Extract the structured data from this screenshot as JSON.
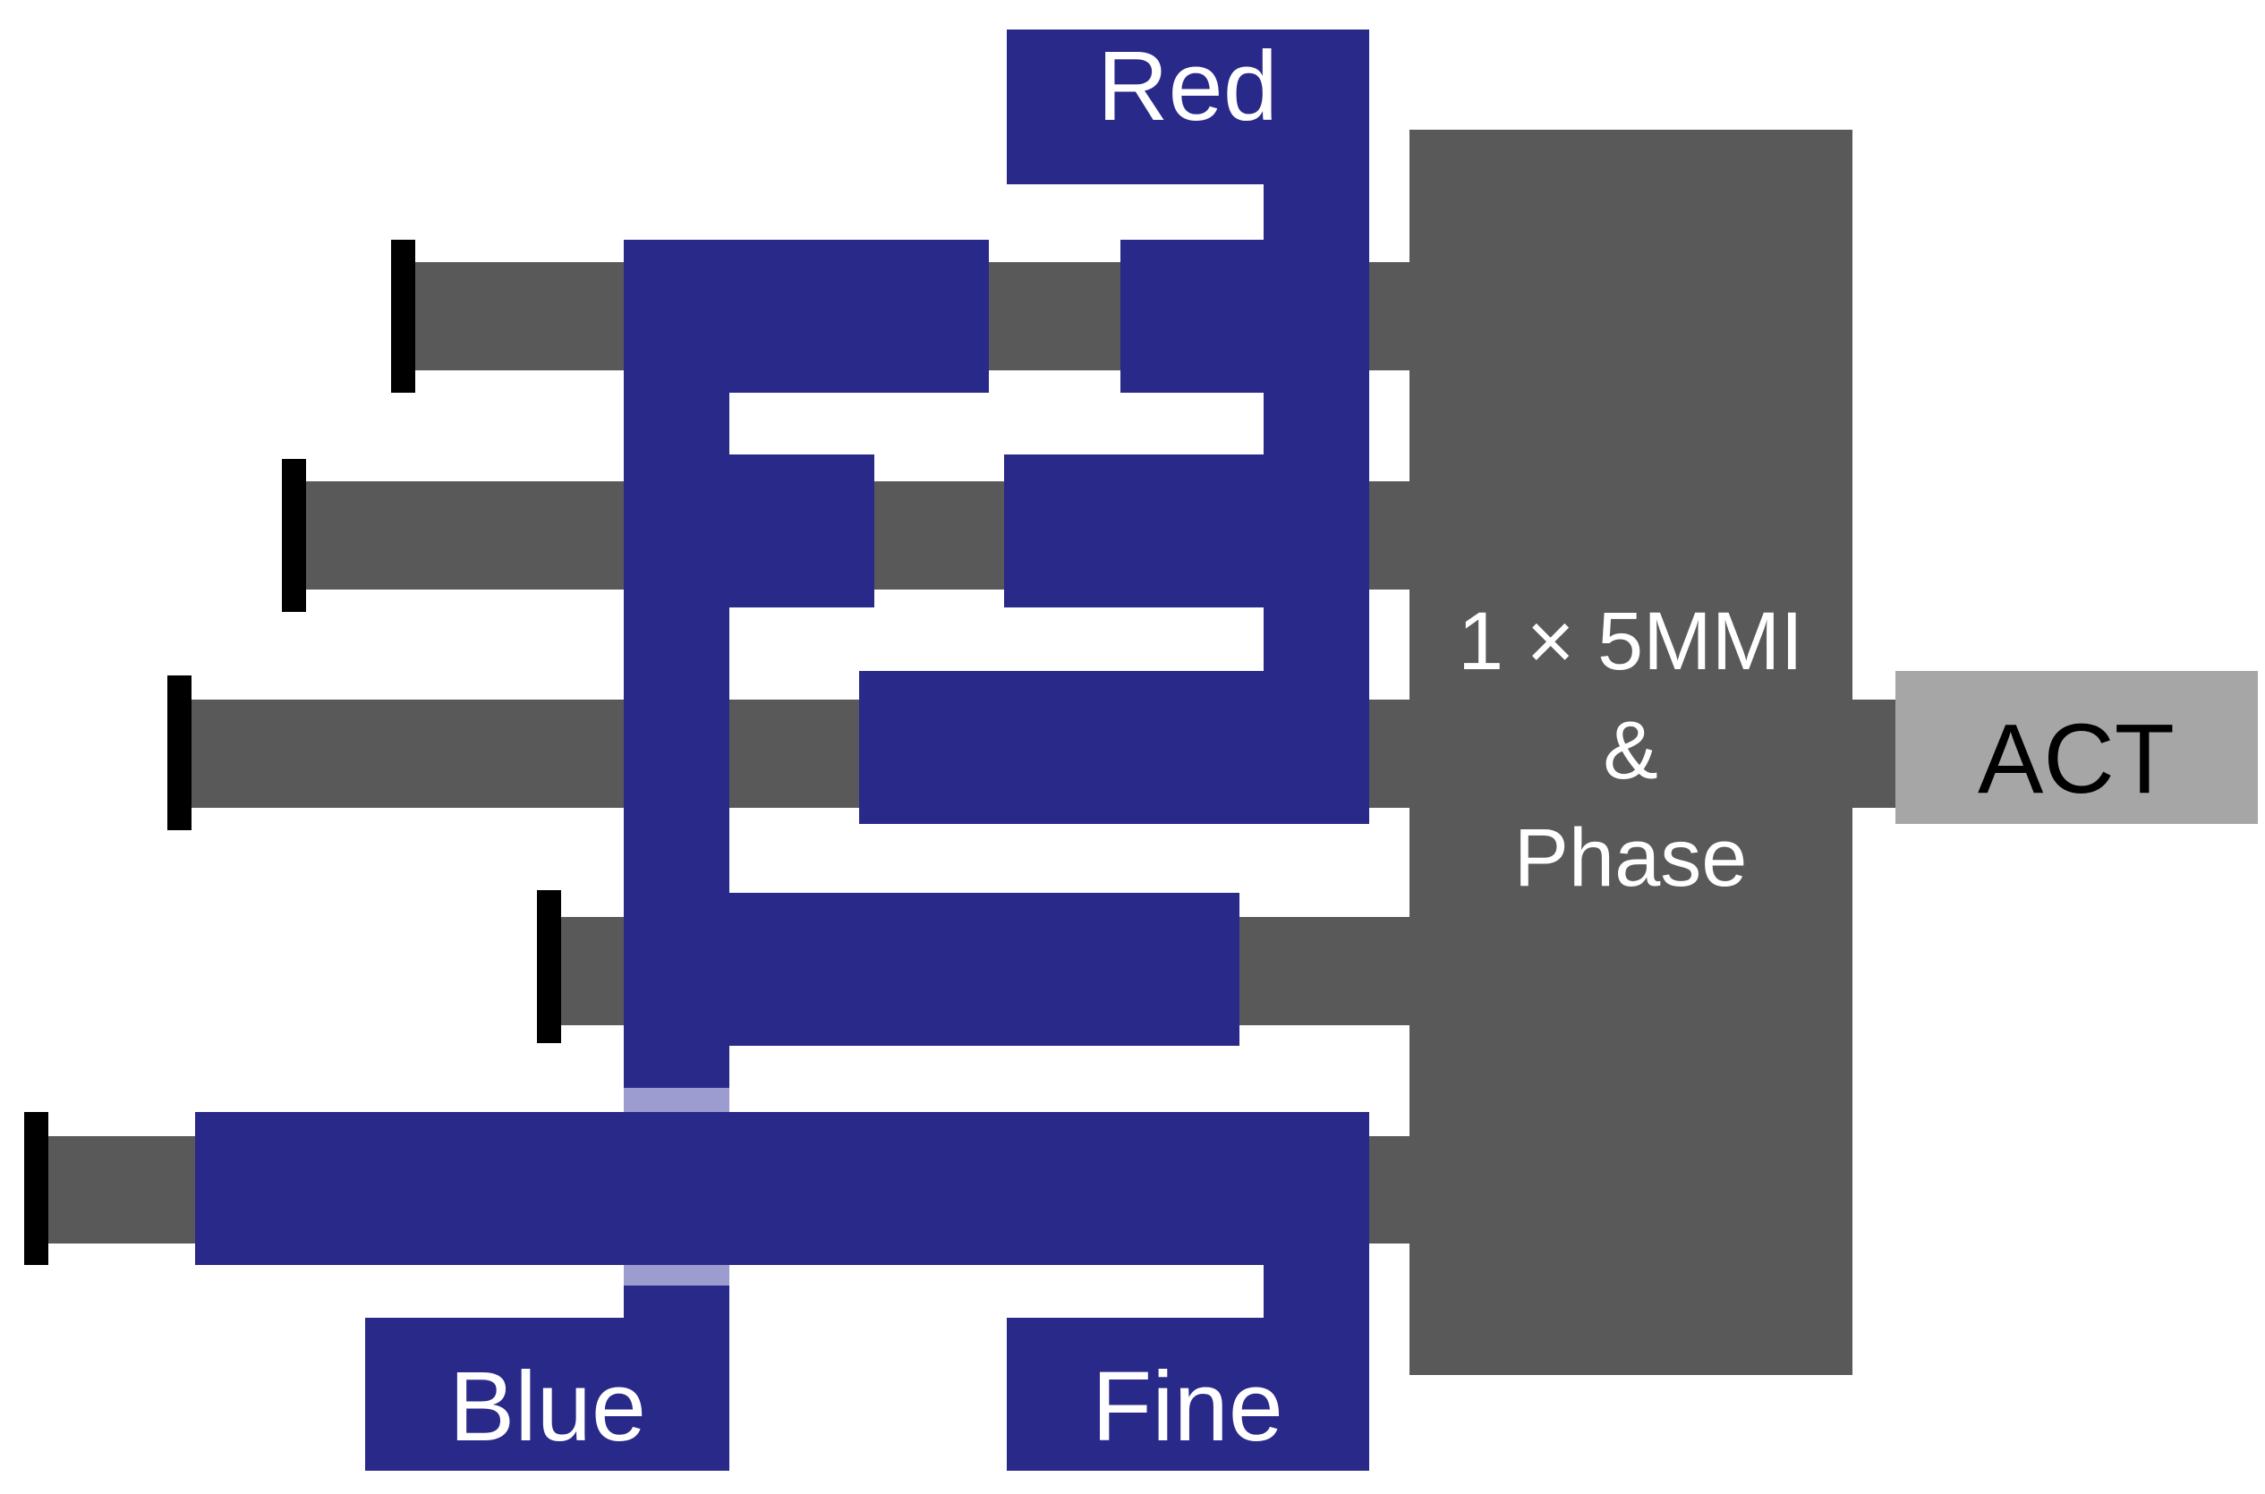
{
  "labels": {
    "red": "Red",
    "blue": "Blue",
    "fine": "Fine",
    "mmi_line1": "1 × 5MMI",
    "mmi_line2": "&",
    "mmi_line3": "Phase",
    "act": "ACT"
  },
  "colors": {
    "waveguide": "#595959",
    "electrode": "#29298a",
    "electrode_crossover": "#9c9cd0",
    "act": "#a6a6a6",
    "facet": "#000000",
    "label_light": "#ffffff",
    "label_dark": "#000000",
    "background": "#ffffff"
  }
}
